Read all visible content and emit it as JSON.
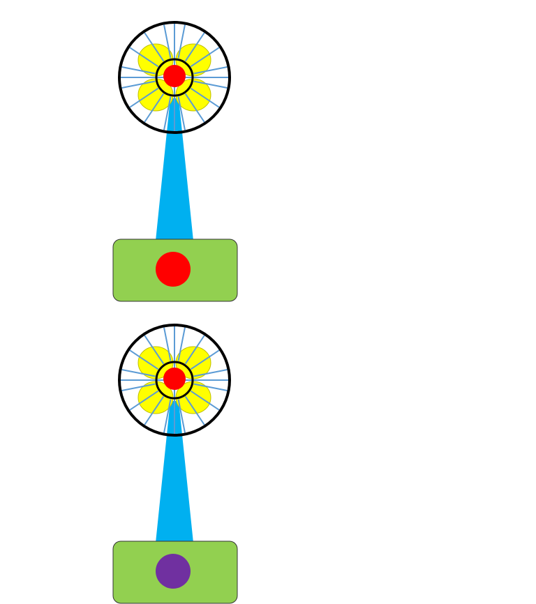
{
  "fans": [
    {
      "id": "fan-1",
      "switch_color": "#ff0000",
      "switch_state": "red"
    },
    {
      "id": "fan-2",
      "switch_color": "#7030a0",
      "switch_state": "purple"
    }
  ],
  "colors": {
    "cage_rim": "#000000",
    "cage_spokes": "#5b9bd5",
    "blades": "#ffff00",
    "blade_outline": "#bfbf00",
    "hub": "#ff0000",
    "stand": "#00b0f0",
    "base": "#92d050",
    "base_outline": "#333333"
  }
}
